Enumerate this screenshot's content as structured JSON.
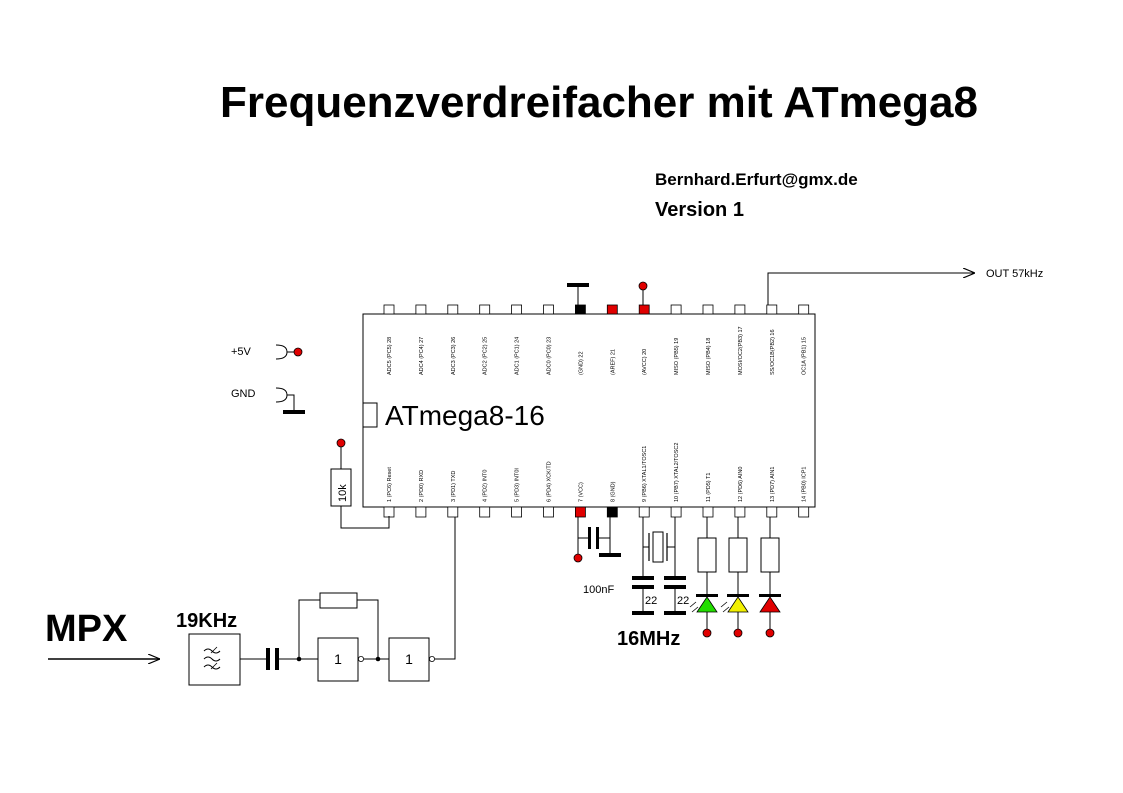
{
  "title": "Frequenzverdreifacher mit ATmega8",
  "author": "Bernhard.Erfurt@gmx.de",
  "version": "Version 1",
  "output_label": "OUT 57kHz",
  "supply": {
    "vcc": "+5V",
    "gnd": "GND"
  },
  "chip": {
    "name": "ATmega8-16",
    "top_pins": [
      "ADC5 (PC5) 28",
      "ADC4 (PC4) 27",
      "ADC3 (PC3) 26",
      "ADC2 (PC2) 25",
      "ADC1 (PC1) 24",
      "ADC0 (PC0) 23",
      "(GND) 22",
      "(AREF) 21",
      "(AVCC) 20",
      "MISO (PB5) 19",
      "MISO (PB4) 18",
      "MOSI/OC2(PB3) 17",
      "SS/OC1B(PB2) 16",
      "OC1A (PB1) 15"
    ],
    "bottom_pins": [
      "1 (PC6) Reset",
      "2 (PD0) RXD",
      "3 (PD1) TXD",
      "4 (PD2) INT0",
      "5 (PD3) INT0I",
      "6 (PD4) XCK/TD",
      "7 (VCC)",
      "8 (GND)",
      "9 (PB6) XTAL1/TOSC1",
      "10 (PB7) XTAL2/TOSC2",
      "11 (PD5) T1",
      "12 (PD6) AIN0",
      "13 (PD7) AIN1",
      "14 (PB0) ICP1"
    ]
  },
  "components": {
    "reset_resistor": "10k",
    "decoupling_cap": "100nF",
    "crystal_cap_1": "22",
    "crystal_cap_2": "22",
    "crystal_freq": "16MHz",
    "input_label": "MPX",
    "filter_label": "19KHz",
    "gate_1": "1",
    "gate_2": "1"
  },
  "colors": {
    "red": "#e00000",
    "green": "#22dd00",
    "yellow": "#f2f000",
    "led_red": "#e00000"
  }
}
